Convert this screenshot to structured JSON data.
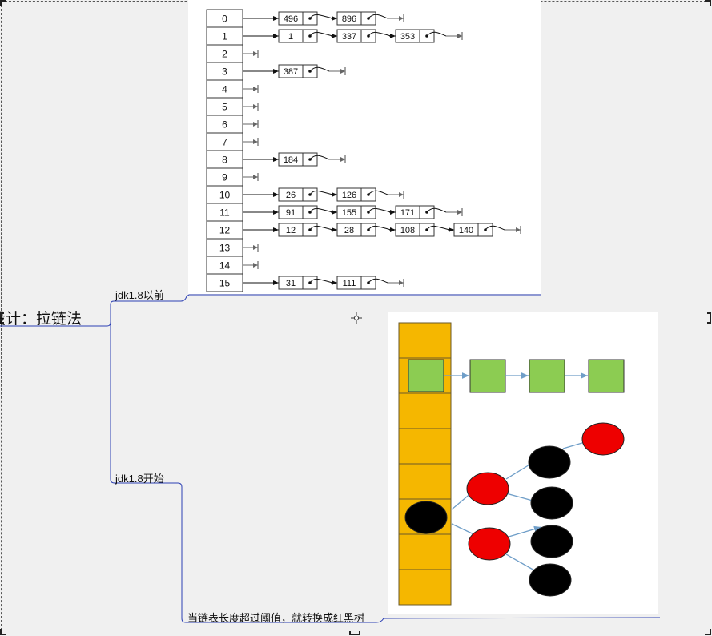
{
  "mindmap": {
    "root_label": "设计：拉链法",
    "branch_before": "jdk1.8以前",
    "branch_after": "jdk1.8开始",
    "branch_after_note": "当链表长度超过阈值，就转换成红黑树"
  },
  "hash_table": {
    "rows": [
      {
        "index": "0",
        "chain": [
          "496",
          "896"
        ]
      },
      {
        "index": "1",
        "chain": [
          "1",
          "337",
          "353"
        ]
      },
      {
        "index": "2",
        "chain": []
      },
      {
        "index": "3",
        "chain": [
          "387"
        ]
      },
      {
        "index": "4",
        "chain": []
      },
      {
        "index": "5",
        "chain": []
      },
      {
        "index": "6",
        "chain": []
      },
      {
        "index": "7",
        "chain": []
      },
      {
        "index": "8",
        "chain": [
          "184"
        ]
      },
      {
        "index": "9",
        "chain": []
      },
      {
        "index": "10",
        "chain": [
          "26",
          "126"
        ]
      },
      {
        "index": "11",
        "chain": [
          "91",
          "155",
          "171"
        ]
      },
      {
        "index": "12",
        "chain": [
          "12",
          "28",
          "108",
          "140"
        ]
      },
      {
        "index": "13",
        "chain": []
      },
      {
        "index": "14",
        "chain": []
      },
      {
        "index": "15",
        "chain": [
          "31",
          "111"
        ]
      }
    ]
  },
  "treeified_bucket": {
    "bucket_count": 8,
    "colors": {
      "bucket": "#f5b700",
      "list_node": "#8ccc52",
      "red_node": "#ee0000",
      "black_node": "#000000",
      "arrow": "#6f9ec8",
      "connector": "#2b3fb3"
    }
  }
}
